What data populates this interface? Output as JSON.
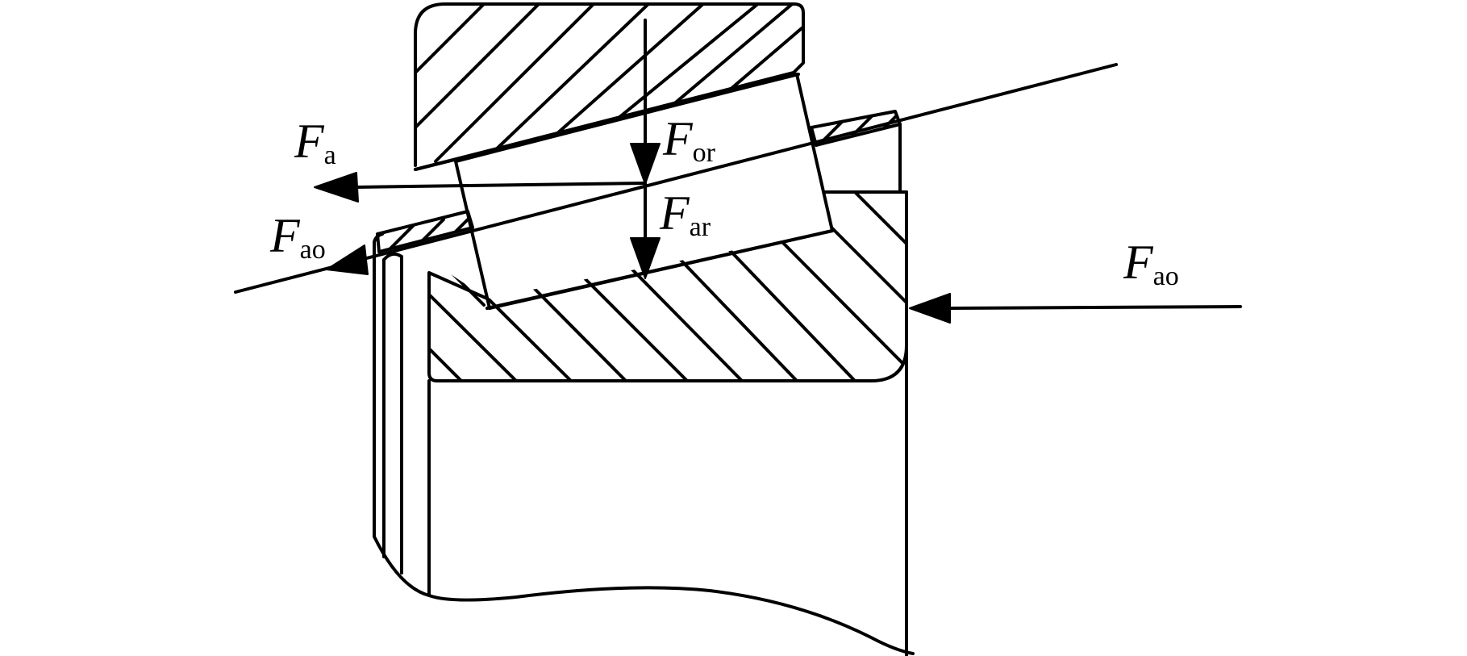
{
  "labels": {
    "fa": {
      "main": "F",
      "sub": "a"
    },
    "for": {
      "main": "F",
      "sub": "or"
    },
    "far": {
      "main": "F",
      "sub": "ar"
    },
    "fao_left": {
      "main": "F",
      "sub": "ao"
    },
    "fao_right": {
      "main": "F",
      "sub": "ao"
    }
  },
  "colors": {
    "stroke": "#000000",
    "background": "#ffffff"
  }
}
